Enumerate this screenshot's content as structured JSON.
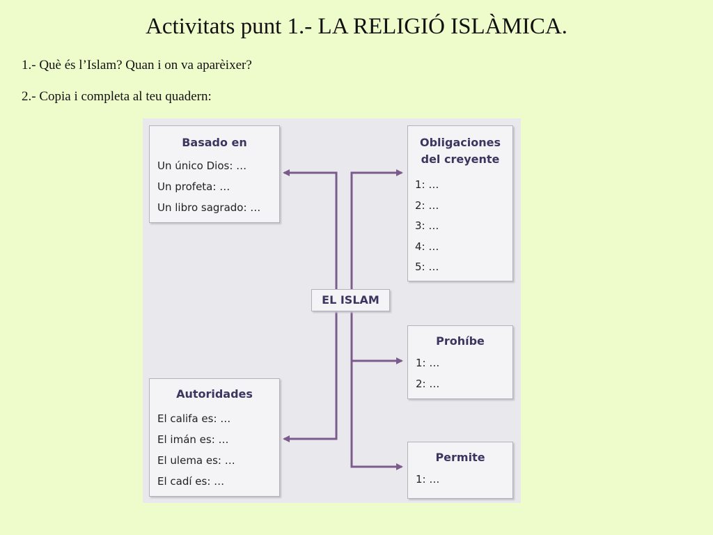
{
  "slide": {
    "title": "Activitats punt 1.- LA RELIGIÓ ISLÀMICA.",
    "question_1": "1.- Què és l’Islam? Quan i on va aparèixer?",
    "question_2": "2.- Copia i completa al teu quadern:"
  },
  "scheme": {
    "center_label": "EL ISLAM",
    "line_color": "#7b5a8c",
    "basado": {
      "title": "Basado en",
      "lines": [
        "Un único Dios: …",
        "Un profeta: …",
        "Un libro sagrado: …"
      ]
    },
    "obligaciones": {
      "title_line1": "Obligaciones",
      "title_line2": "del creyente",
      "lines": [
        "1: …",
        "2: …",
        "3: …",
        "4: …",
        "5: …"
      ]
    },
    "prohibe": {
      "title": "Prohíbe",
      "lines": [
        "1: …",
        "2: …"
      ]
    },
    "autoridades": {
      "title": "Autoridades",
      "lines": [
        "El califa es: …",
        "El imán es: …",
        "El ulema es: …",
        "El cadí es: …"
      ]
    },
    "permite": {
      "title": "Permite",
      "lines": [
        "1: …"
      ]
    }
  }
}
